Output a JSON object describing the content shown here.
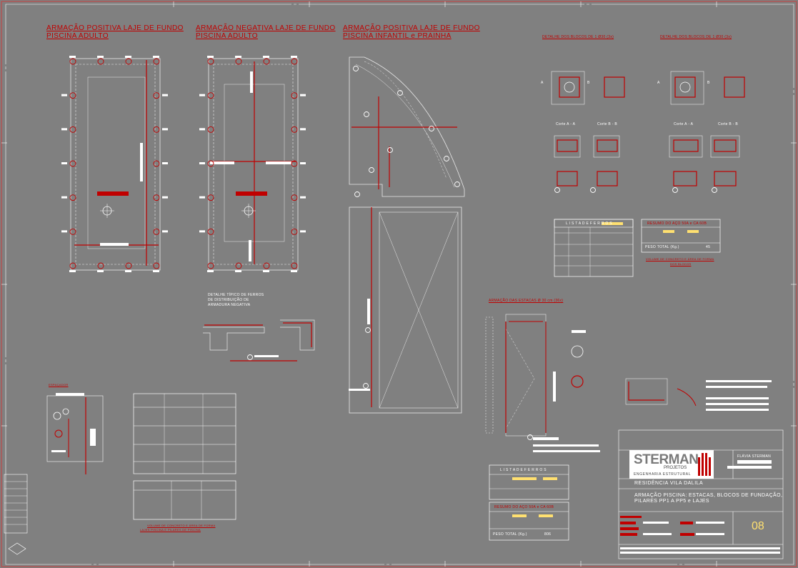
{
  "drawing": {
    "titles": {
      "positive_adult": [
        "ARMAÇÃO POSITIVA LAJE DE FUNDO",
        "PISCINA ADULTO"
      ],
      "negative_adult": [
        "ARMAÇÃO NEGATIVA LAJE DE FUNDO",
        "PISCINA ADULTO"
      ],
      "positive_child": [
        "ARMAÇÃO POSITIVA LAJE DE FUNDO",
        "PISCINA INFANTIL e PRAINHA"
      ],
      "blocks_detail_1": "DETALHE DOS BLOCOS DE 1 Ø30 (3x)",
      "blocks_detail_2": "DETALHE DOS BLOCOS DE 1 Ø30 (3x)",
      "typical_detail": [
        "DETALHE TÍPICO DE FERROS",
        "DE DISTRIBUIÇÃO DE",
        "ARMADURA NEGATIVA"
      ],
      "piles": "ARMAÇÃO DAS ESTACAS Ø 30 cm (36x)",
      "spacer": "ESPAÇADOR"
    },
    "cuts": {
      "aa_1": "Corte A - A",
      "bb_1": "Corte B - B",
      "aa_2": "Corte A - A",
      "bb_2": "Corte B - B",
      "a_mark": "A",
      "b_mark": "B"
    },
    "tables": {
      "ferros_1": "L I S T A   D E   F E R R O S",
      "resumo_1": "RESUMO DO AÇO 50A e CA 60B",
      "peso_1_label": "PESO TOTAL (Kg.)",
      "peso_1_value": "45",
      "volume_1": [
        "VOLUME DE CONCRETO E ÁREA DE FORMA",
        "DOS BLOCOS"
      ],
      "ferros_2": "L I S T A   D E   F E R R O S",
      "resumo_2": "RESUMO DO AÇO 50A e CA 60B",
      "peso_2_label": "PESO TOTAL (Kg.)",
      "peso_2_value": "806",
      "volume_2": [
        "VOLUME DE CONCRETO E ÁREA DE FORMA",
        "LAJES PISCINA E PILARES DE PISCINA"
      ]
    },
    "title_block": {
      "company": "STERMAN",
      "company_sub": "PROJETOS",
      "company_tagline": "ENGENHARIA    ESTRUTURAL",
      "engineer": "FLÁVIA STERMAN",
      "project": "RESIDÊNCIA VILA DALILA",
      "description": [
        "ARMAÇÃO PISCINA: ESTACAS, BLOCOS DE FUNDAÇÃO,",
        "PILARES PP1 A PP5 e LAJES"
      ],
      "sheet": "08"
    },
    "colors": {
      "background": "#808080",
      "red": "#c00000",
      "white": "#ffffff",
      "yellow": "#ffe070"
    }
  }
}
